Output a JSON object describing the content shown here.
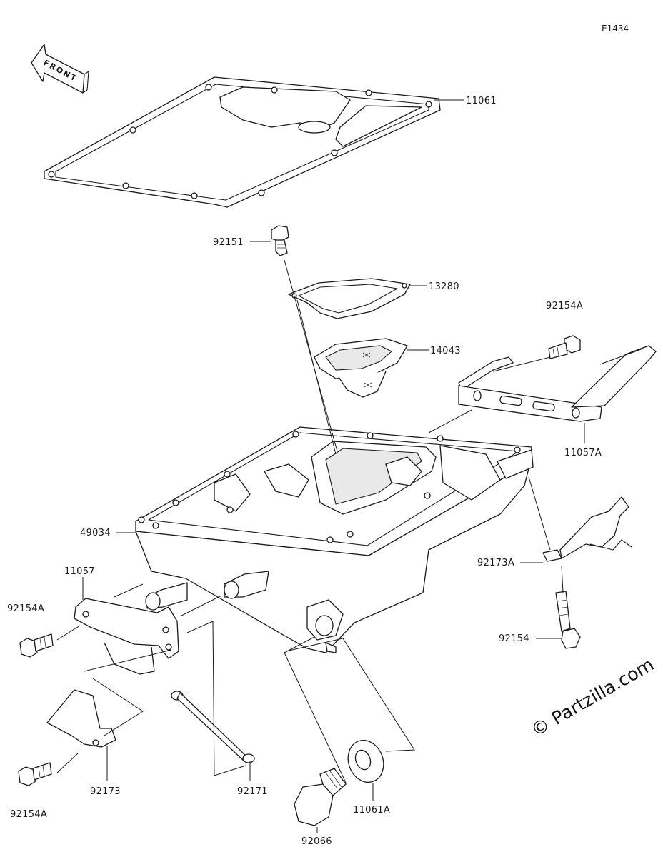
{
  "diagram": {
    "code": "E1434",
    "front_label": "FRONT",
    "watermark": "© Partzilla.com",
    "callouts": [
      {
        "id": "11061",
        "label": "11061"
      },
      {
        "id": "92151",
        "label": "92151"
      },
      {
        "id": "13280",
        "label": "13280"
      },
      {
        "id": "92154A_a",
        "label": "92154A"
      },
      {
        "id": "14043",
        "label": "14043"
      },
      {
        "id": "11057A",
        "label": "11057A"
      },
      {
        "id": "49034",
        "label": "49034"
      },
      {
        "id": "11057",
        "label": "11057"
      },
      {
        "id": "92173A",
        "label": "92173A"
      },
      {
        "id": "92154A_b",
        "label": "92154A"
      },
      {
        "id": "92154",
        "label": "92154"
      },
      {
        "id": "92173",
        "label": "92173"
      },
      {
        "id": "92171",
        "label": "92171"
      },
      {
        "id": "92154A_c",
        "label": "92154A"
      },
      {
        "id": "11061A",
        "label": "11061A"
      },
      {
        "id": "92066",
        "label": "92066"
      }
    ]
  }
}
